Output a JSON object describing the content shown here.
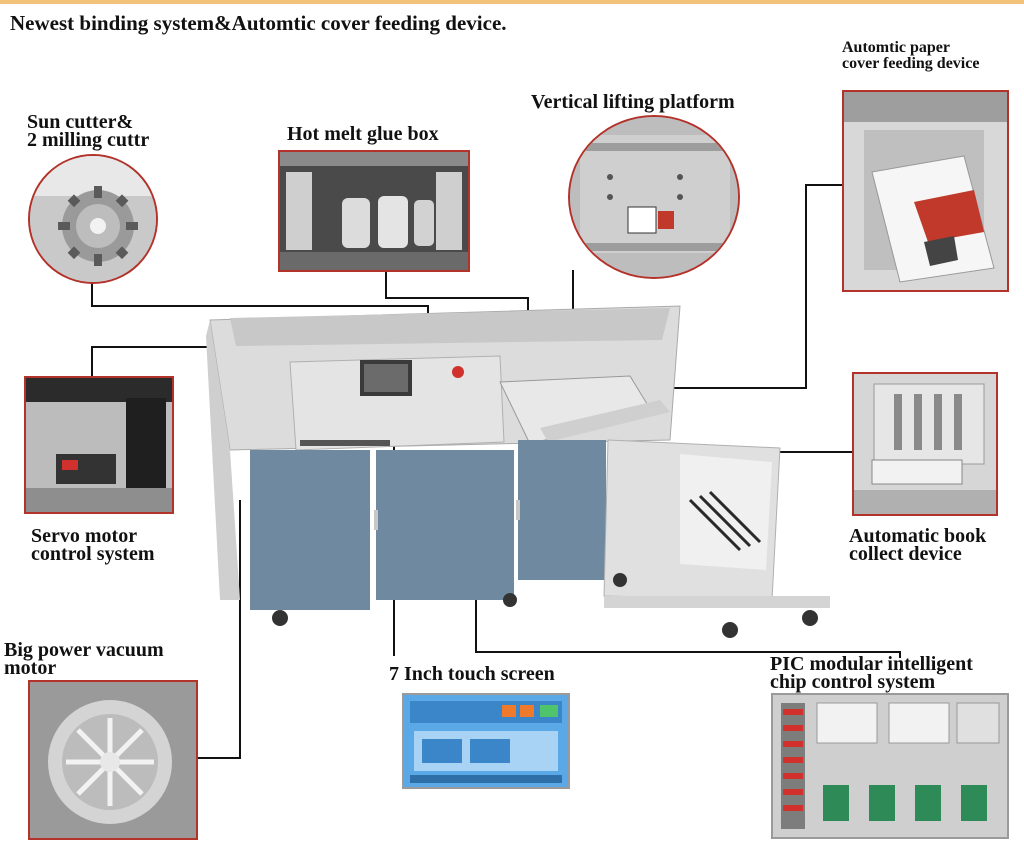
{
  "header": {
    "title": "Newest binding system&Automtic cover feeding device."
  },
  "callouts": {
    "sun_cutter": {
      "line1": "Sun cutter&",
      "line2": "2 milling cuttr"
    },
    "glue_box": {
      "line1": "Hot melt glue box"
    },
    "lifting": {
      "line1": "Vertical lifting platform"
    },
    "cover_feed": {
      "line1": "Automtic paper",
      "line2": "cover feeding device"
    },
    "servo": {
      "line1": "Servo motor",
      "line2": "control system"
    },
    "book_collect": {
      "line1": "Automatic book",
      "line2": "collect device"
    },
    "vacuum": {
      "line1": "Big power vacuum",
      "line2": "motor"
    },
    "touch": {
      "line1": "7 Inch touch screen"
    },
    "pic": {
      "line1": "PIC modular intelligent",
      "line2": "chip control system"
    }
  },
  "colors": {
    "callout_border": "#b3322a",
    "machine_body": "#d9d9d9",
    "machine_panel": "#6f8aa0"
  }
}
